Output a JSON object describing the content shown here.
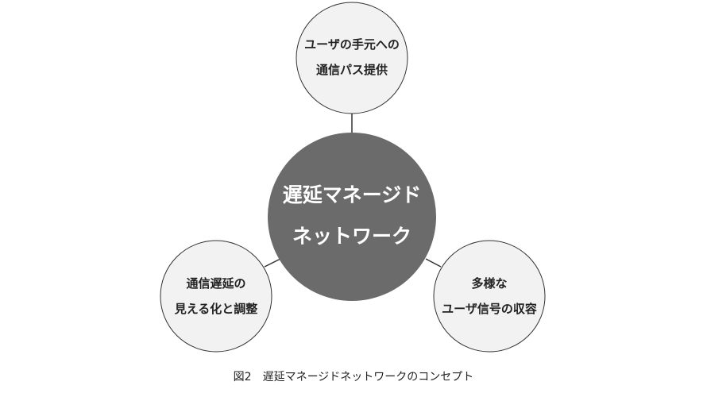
{
  "center": {
    "lines": [
      "遅延マネージド",
      "ネットワーク"
    ]
  },
  "nodes": [
    {
      "id": "top",
      "lines": [
        "ユーザの手元への",
        "通信パス提供"
      ]
    },
    {
      "id": "left",
      "lines": [
        "通信遅延の",
        "見える化と調整"
      ]
    },
    {
      "id": "right",
      "lines": [
        "多様な",
        "ユーザ信号の収容"
      ]
    }
  ],
  "caption": "図2　遅延マネージドネットワークのコンセプト",
  "colors": {
    "center_fill": "#6b6b6b",
    "node_fill": "#f2f2f2",
    "stroke": "#333333"
  }
}
